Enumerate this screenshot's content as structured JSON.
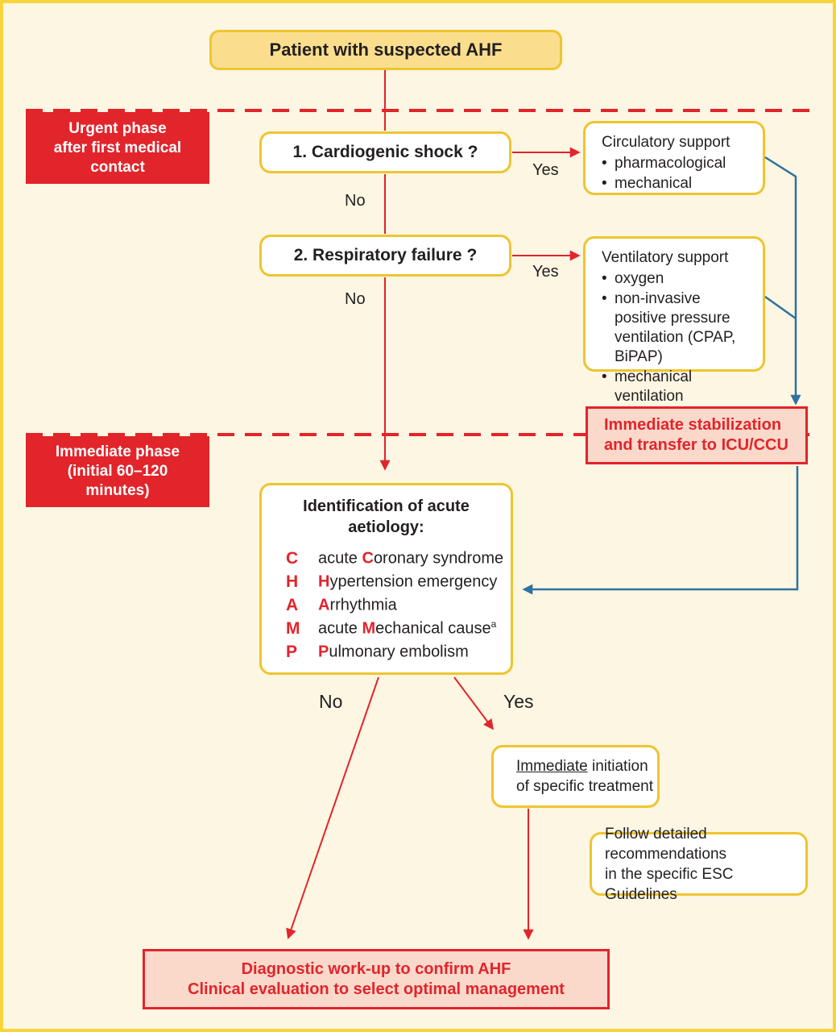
{
  "palette": {
    "background": "#FCF6E2",
    "outer_border": "#F7D43C",
    "yellow_border": "#EDC52F",
    "title_fill": "#FBDE8D",
    "red": "#E2242B",
    "pink_fill": "#FAD9CB",
    "blue": "#2F719F",
    "text": "#231F20"
  },
  "title_box": {
    "label": "Patient with suspected AHF"
  },
  "phases": [
    {
      "lines": [
        "Urgent phase",
        "after first medical",
        "contact"
      ]
    },
    {
      "lines": [
        "Immediate phase",
        "(initial 60–120 minutes)"
      ]
    }
  ],
  "decisions": [
    {
      "label": "1. Cardiogenic shock ?",
      "yes": "Yes",
      "no": "No"
    },
    {
      "label": "2. Respiratory failure ?",
      "yes": "Yes",
      "no": "No"
    }
  ],
  "support_boxes": [
    {
      "title": "Circulatory support",
      "bullets": [
        "pharmacological",
        "mechanical"
      ]
    },
    {
      "title": "Ventilatory support",
      "bullets": [
        "oxygen",
        "non-invasive positive pressure ventilation (CPAP, BiPAP)",
        "mechanical ventilation"
      ]
    }
  ],
  "stabilization_box": {
    "lines": [
      "Immediate stabilization",
      "and transfer to ICU/CCU"
    ]
  },
  "champ_box": {
    "title_lines": [
      "Identification of acute",
      "aetiology:"
    ],
    "rows": [
      {
        "letter": "C",
        "pre": "acute ",
        "cap": "C",
        "rest": "oronary syndrome",
        "sup": ""
      },
      {
        "letter": "H",
        "pre": "",
        "cap": "H",
        "rest": "ypertension emergency",
        "sup": ""
      },
      {
        "letter": "A",
        "pre": "",
        "cap": "A",
        "rest": "rrhythmia",
        "sup": ""
      },
      {
        "letter": "M",
        "pre": "acute ",
        "cap": "M",
        "rest": "echanical cause",
        "sup": "a"
      },
      {
        "letter": "P",
        "pre": "",
        "cap": "P",
        "rest": "ulmonary embolism",
        "sup": ""
      }
    ],
    "no_label": "No",
    "yes_label": "Yes"
  },
  "initiation_box": {
    "underlined": "Immediate",
    "line1_rest": " initiation",
    "line2": "of specific treatment"
  },
  "guidelines_box": {
    "lines": [
      "Follow detailed recommendations",
      "in the specific ESC Guidelines"
    ]
  },
  "diagnostic_box": {
    "lines": [
      "Diagnostic work-up to confirm AHF",
      "Clinical evaluation to select optimal management"
    ]
  }
}
